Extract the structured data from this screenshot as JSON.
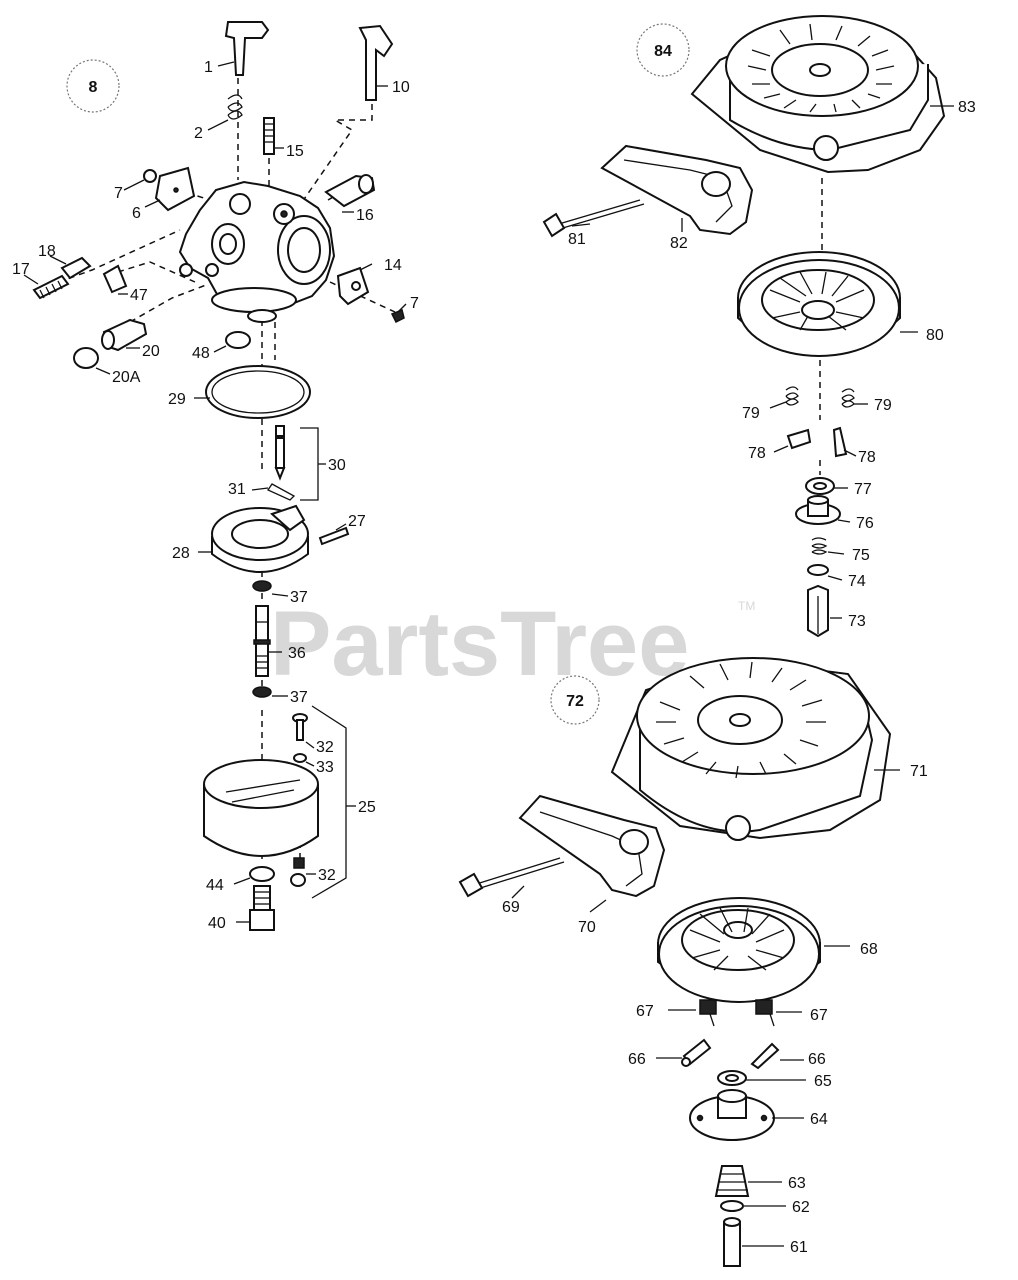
{
  "watermark": {
    "text": "PartsTree",
    "trademark": "TM"
  },
  "ref_circles": {
    "carburetor": "8",
    "starter_upper": "84",
    "starter_lower": "72"
  },
  "labels": {
    "p1": "1",
    "p2": "2",
    "p6": "6",
    "p7a": "7",
    "p7b": "7",
    "p10": "10",
    "p14": "14",
    "p15": "15",
    "p16": "16",
    "p17": "17",
    "p18": "18",
    "p20": "20",
    "p20a": "20A",
    "p25": "25",
    "p27": "27",
    "p28": "28",
    "p29": "29",
    "p30": "30",
    "p31": "31",
    "p32a": "32",
    "p32b": "32",
    "p33": "33",
    "p36": "36",
    "p37a": "37",
    "p37b": "37",
    "p40": "40",
    "p44": "44",
    "p47": "47",
    "p48": "48",
    "p61": "61",
    "p62": "62",
    "p63": "63",
    "p64": "64",
    "p65": "65",
    "p66a": "66",
    "p66b": "66",
    "p67a": "67",
    "p67b": "67",
    "p68": "68",
    "p69": "69",
    "p70": "70",
    "p71": "71",
    "p73": "73",
    "p74": "74",
    "p75": "75",
    "p76": "76",
    "p77": "77",
    "p78a": "78",
    "p78b": "78",
    "p79a": "79",
    "p79b": "79",
    "p80": "80",
    "p81": "81",
    "p82": "82",
    "p83": "83"
  }
}
